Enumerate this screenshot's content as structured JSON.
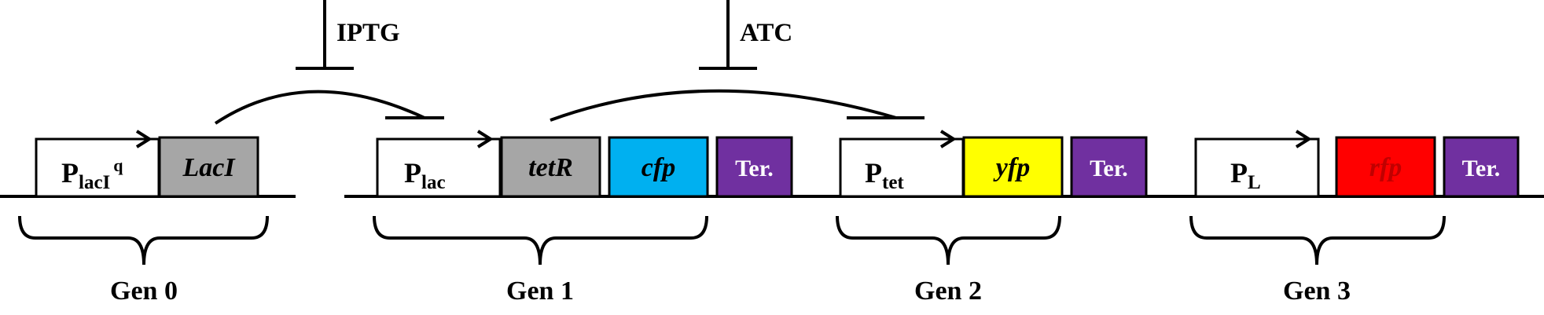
{
  "inducers": {
    "iptg": "IPTG",
    "atc": "ATC"
  },
  "gen0": {
    "promoter_main": "P",
    "promoter_sub": "lacI",
    "promoter_sup": "q",
    "gene": "LacI",
    "label": "Gen 0"
  },
  "gen1": {
    "promoter_main": "P",
    "promoter_sub": "lac",
    "gene1": "tetR",
    "gene2": "cfp",
    "terminator": "Ter.",
    "label": "Gen 1"
  },
  "gen2": {
    "promoter_main": "P",
    "promoter_sub": "tet",
    "gene": "yfp",
    "terminator": "Ter.",
    "label": "Gen 2"
  },
  "gen3": {
    "promoter_main": "P",
    "promoter_sub": "L",
    "gene": "rfp",
    "terminator": "Ter.",
    "label": "Gen 3"
  },
  "colors": {
    "lacI_box": "#a6a6a6",
    "tetR_box": "#a6a6a6",
    "cfp_box": "#00b0f0",
    "yfp_box": "#ffff00",
    "rfp_box": "#ff0000",
    "terminator_box": "#7030a0",
    "rfp_text": "#c00000",
    "terminator_text": "#ffffff"
  }
}
